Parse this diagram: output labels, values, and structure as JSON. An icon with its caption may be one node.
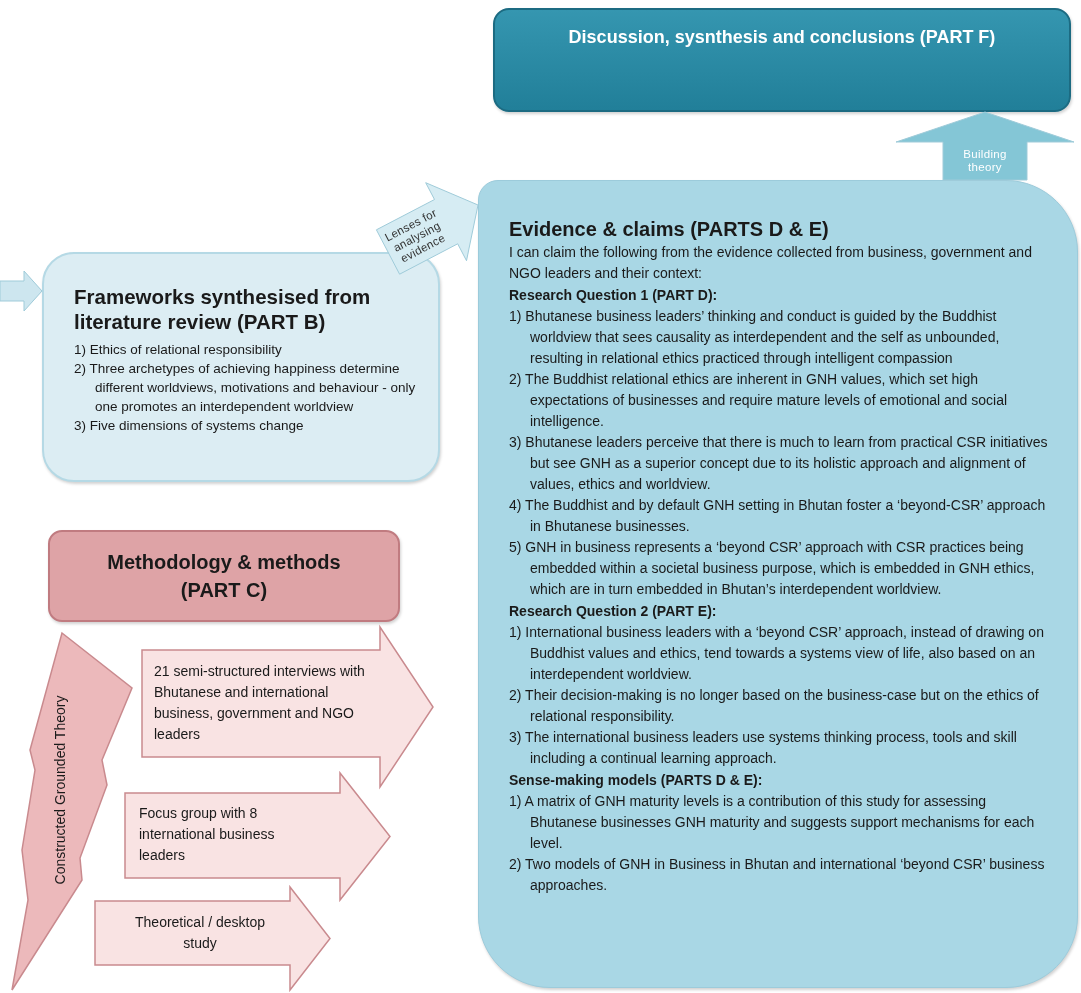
{
  "diagram": {
    "nodes": [
      {
        "text": [
          "Discussion, sysnthesis and conclusions (PART F)"
        ]
      },
      {
        "text": [
          "Frameworks synthesised from literature review (PART B)",
          "1) Ethics of relational responsibility",
          "2) Three archetypes of achieving happiness determine different worldviews, motivations and behaviour - only one promotes an interdependent worldview",
          "3) Five dimensions of systems change"
        ]
      },
      {
        "text": [
          "Evidence & claims (PARTS D & E)",
          "I can claim the following from the evidence collected from business, government and NGO leaders and their context:",
          "Research Question 1 (PART D):",
          "1) Bhutanese business leaders’ thinking and conduct is guided by the Buddhist worldview that sees causality as interdependent and the self as unbounded, resulting in relational ethics practiced through intelligent compassion",
          "2) The Buddhist relational ethics are inherent in GNH values, which set high expectations of businesses and require mature levels of emotional and social intelligence.",
          "3) Bhutanese leaders perceive that there is much to learn from practical CSR initiatives but see GNH as a superior concept due to its holistic approach and alignment of values, ethics and worldview.",
          "4) The Buddhist and by default GNH setting in Bhutan foster a ‘beyond-CSR’ approach in Bhutanese businesses.",
          "5) GNH in business represents a ‘beyond CSR’ approach with CSR practices being embedded within a societal business purpose, which is embedded in GNH ethics, which are in turn embedded in Bhutan’s interdependent worldview.",
          "Research Question 2 (PART E):",
          "1) International business leaders with a ‘beyond CSR’ approach, instead of drawing on Buddhist values and ethics, tend towards a systems view of life, also based on an interdependent worldview.",
          "2) Their decision-making is no longer based on the business-case but on the ethics of relational responsibility.",
          "3) The international business leaders use systems thinking process, tools and skill including a continual learning approach.",
          "Sense-making models (PARTS D & E):",
          "1) A matrix of GNH maturity levels is a contribution of this study for assessing Bhutanese businesses GNH maturity and suggests support mechanisms for each level.",
          "2) Two models of GNH in Business in Bhutan and international ‘beyond CSR’ business approaches."
        ]
      },
      {
        "text": [
          "Methodology & methods (PART C)"
        ]
      },
      {
        "text": [
          "Constructed Grounded Theory"
        ]
      },
      {
        "text": [
          "21 semi-structured interviews with Bhutanese and international business, government and NGO leaders"
        ]
      },
      {
        "text": [
          "Focus group with 8 international business leaders"
        ]
      },
      {
        "text": [
          "Theoretical / desktop study"
        ]
      }
    ],
    "edges": [
      {
        "from": null,
        "to": 1,
        "arrow": "to"
      },
      {
        "from": 1,
        "to": 2,
        "arrow": "to",
        "label": "Lenses for analysing evidence"
      },
      {
        "from": 2,
        "to": 0,
        "arrow": "to",
        "label": "Building theory",
        "color": "#84c6d6"
      }
    ]
  }
}
